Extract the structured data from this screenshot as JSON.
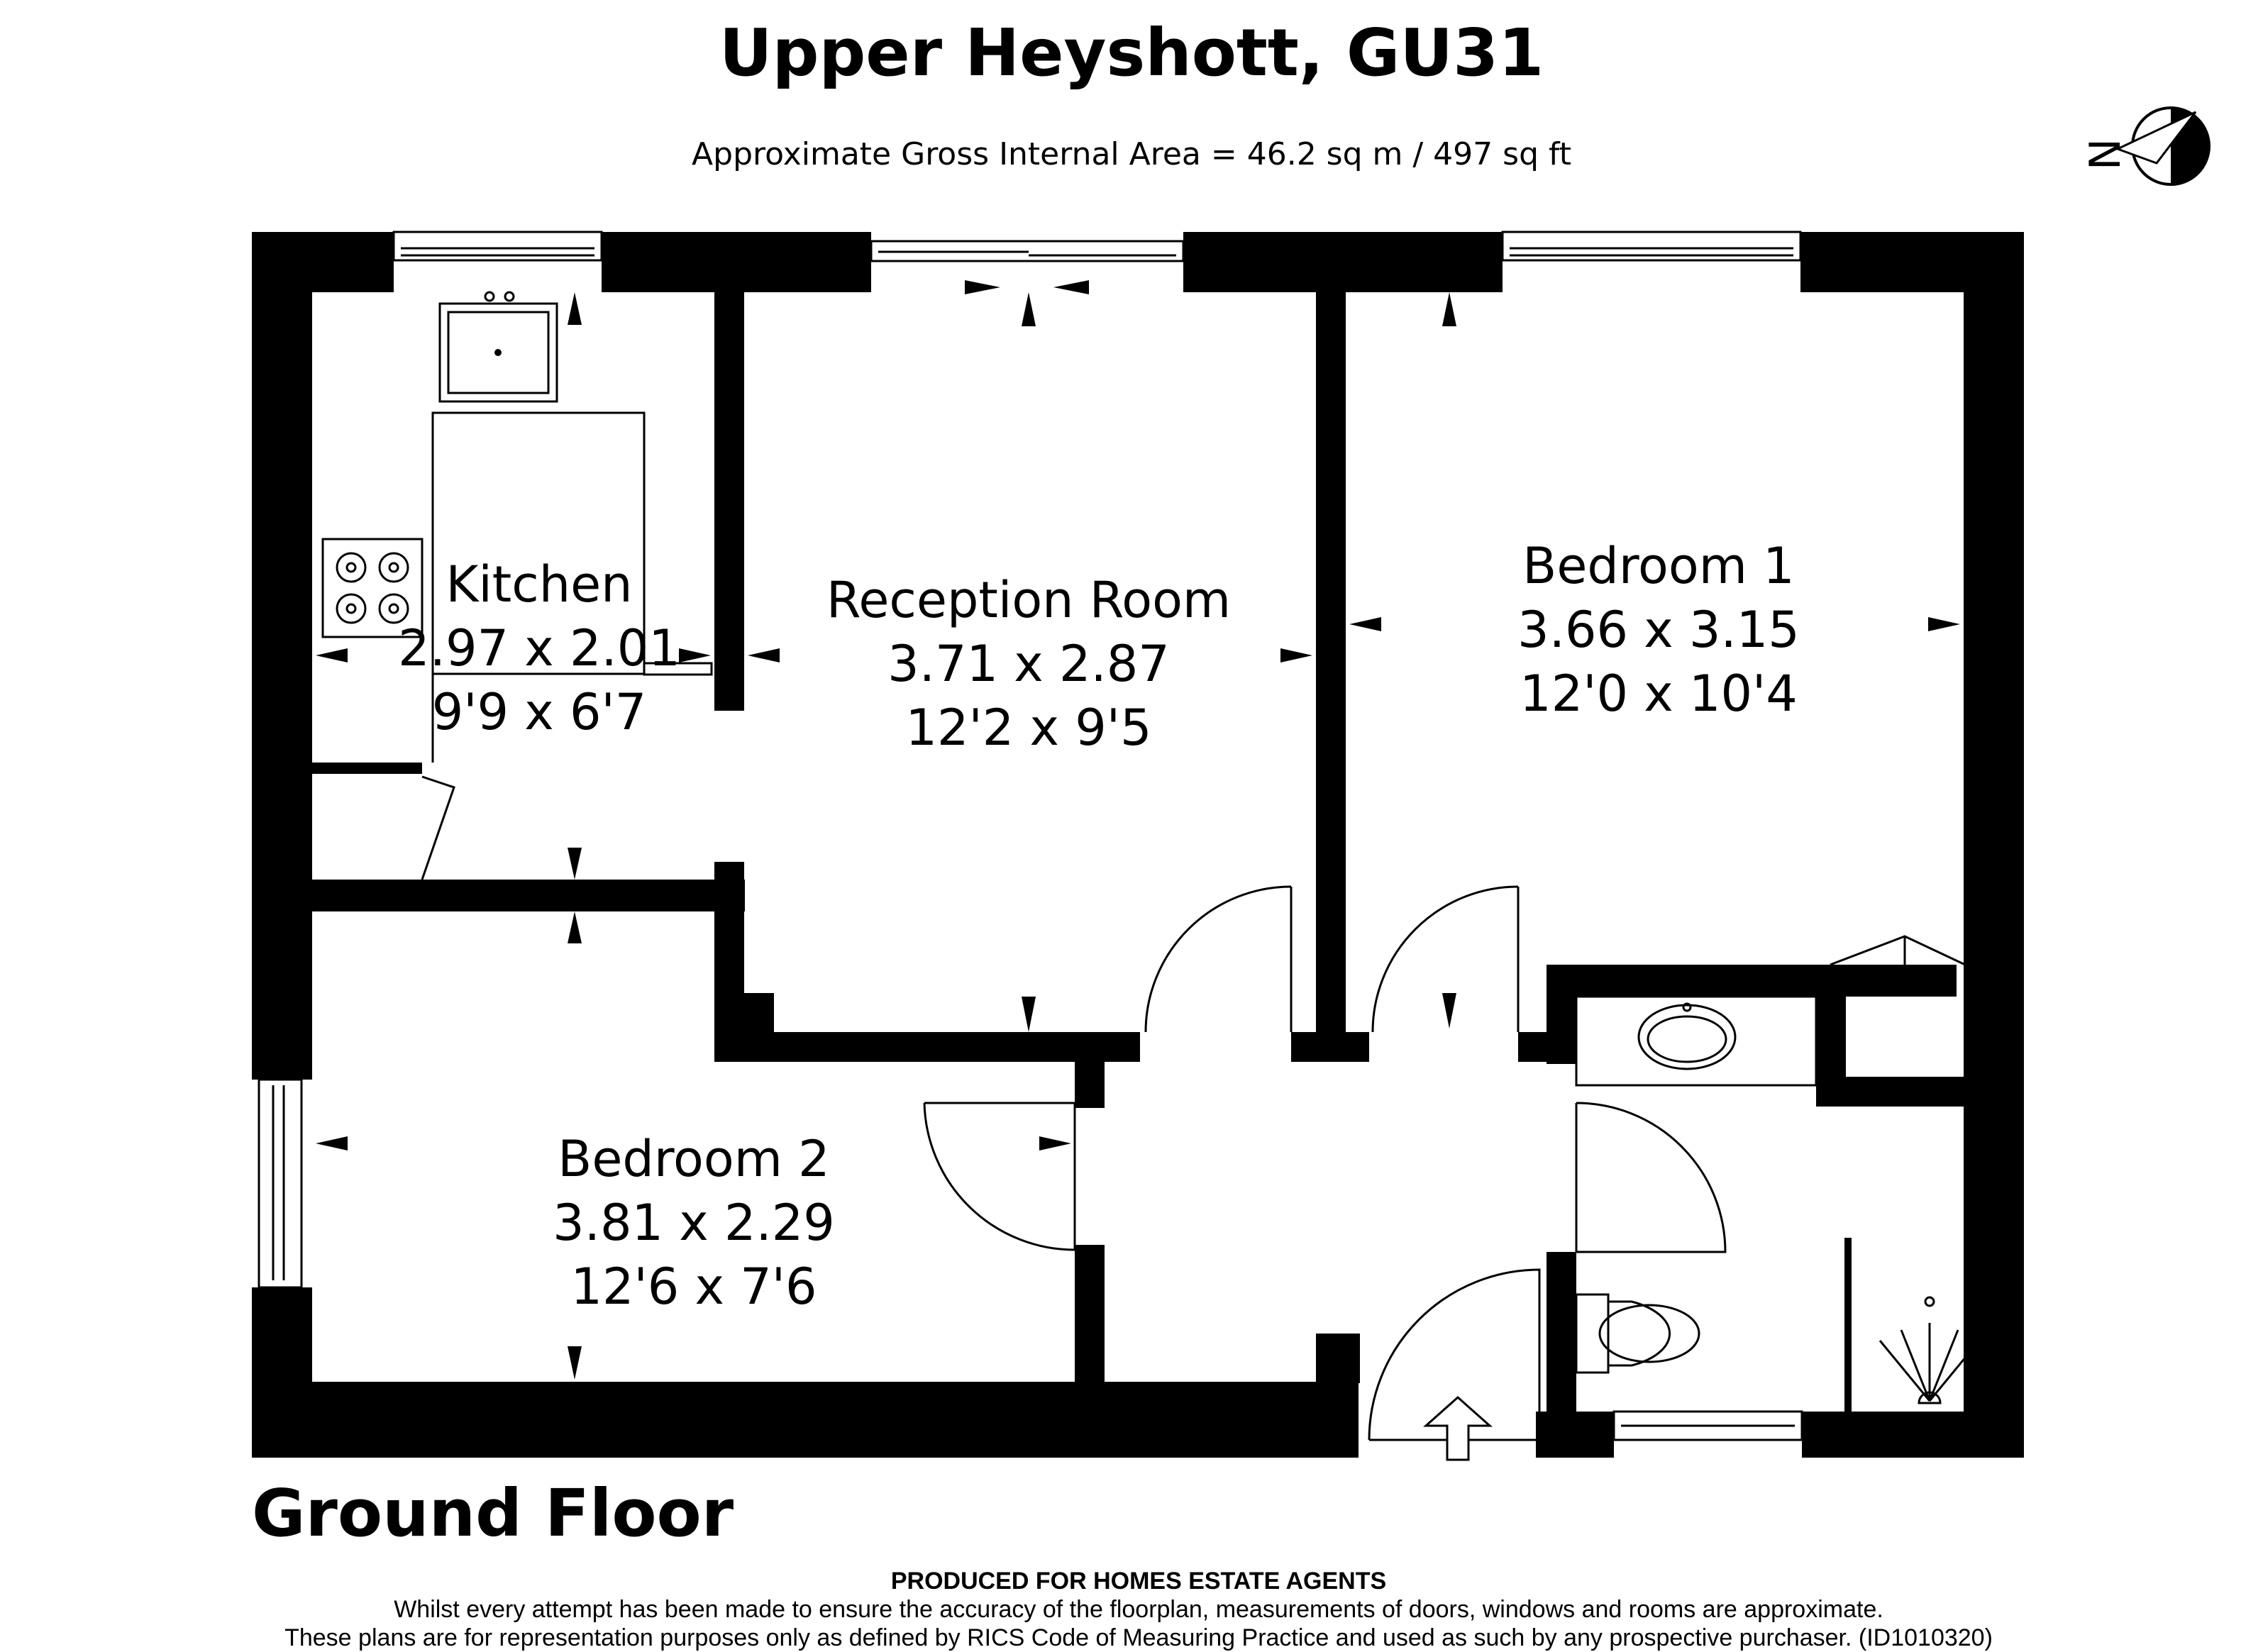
{
  "header": {
    "title": "Upper Heyshott, GU31",
    "area": "Approximate Gross Internal Area = 46.2 sq m / 497 sq ft"
  },
  "compass": {
    "label": "N",
    "icon": "north-arrow-icon"
  },
  "rooms": {
    "kitchen": {
      "name": "Kitchen",
      "metric": "2.97 x 2.01",
      "imperial": "9'9 x 6'7"
    },
    "reception": {
      "name": "Reception Room",
      "metric": "3.71 x 2.87",
      "imperial": "12'2 x 9'5"
    },
    "bedroom1": {
      "name": "Bedroom 1",
      "metric": "3.66 x 3.15",
      "imperial": "12'0 x 10'4"
    },
    "bedroom2": {
      "name": "Bedroom 2",
      "metric": "3.81 x 2.29",
      "imperial": "12'6 x 7'6"
    }
  },
  "floor_label": "Ground Floor",
  "footer": {
    "heading": "PRODUCED FOR HOMES ESTATE AGENTS",
    "line1": "Whilst every attempt has been made to ensure the accuracy of the floorplan, measurements of doors, windows and rooms are approximate.",
    "line2": "These plans are for representation purposes only as defined by RICS Code of Measuring Practice and used as such by any prospective purchaser. (ID1010320)"
  }
}
